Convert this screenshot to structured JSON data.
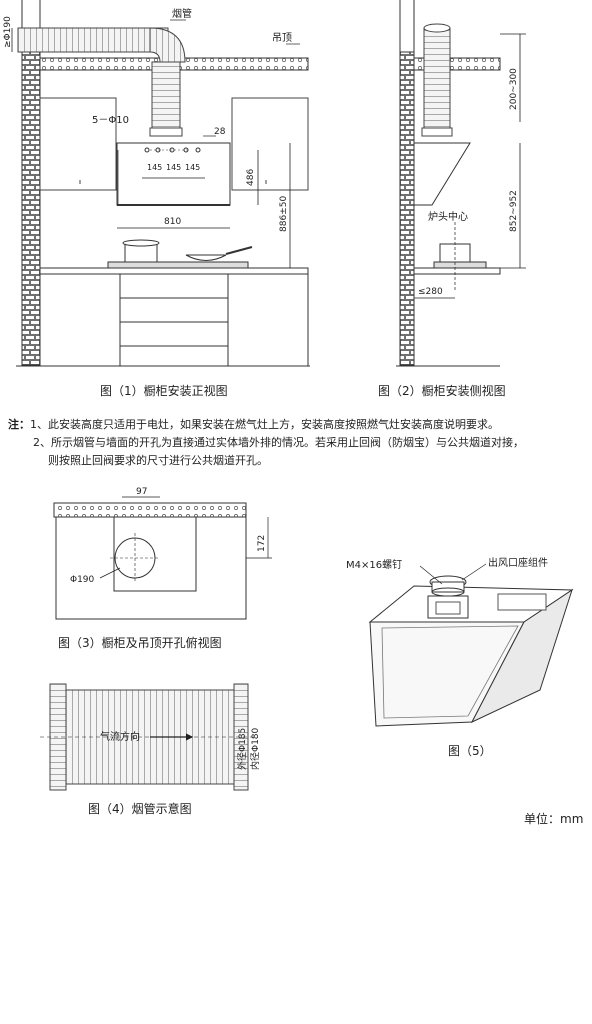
{
  "fig1": {
    "caption": "图（1）橱柜安装正视图",
    "labels": {
      "duct": "烟管",
      "ceiling": "吊顶",
      "duct_dia": "≥Φ190",
      "holes": "5－Φ10",
      "d28": "28",
      "d145a": "145",
      "d145b": "145",
      "d145c": "145",
      "d486": "486",
      "d810": "810",
      "d886": "886±50"
    }
  },
  "fig2": {
    "caption": "图（2）橱柜安装侧视图",
    "labels": {
      "d200": "200~300",
      "d852": "852~952",
      "burner": "炉头中心",
      "d280": "≤280"
    }
  },
  "notes": {
    "prefix": "注：",
    "line1": "1、此安装高度只适用于电灶，如果安装在燃气灶上方，安装高度按照燃气灶安装高度说明要求。",
    "line2": "2、所示烟管与墙面的开孔为直接通过实体墙外排的情况。若采用止回阀（防烟宝）与公共烟道对接，",
    "line3": "则按照止回阀要求的尺寸进行公共烟道开孔。"
  },
  "fig3": {
    "caption": "图（3）橱柜及吊顶开孔俯视图",
    "labels": {
      "d97": "97",
      "d172": "172",
      "d190": "Φ190"
    }
  },
  "fig4": {
    "caption": "图（4）烟管示意图",
    "labels": {
      "airflow": "气流方向",
      "outer": "外径Φ185",
      "inner": "内径Φ180"
    }
  },
  "fig5": {
    "caption": "图（5）",
    "labels": {
      "screw": "M4×16螺钉",
      "outlet": "出风口座组件"
    }
  },
  "unit": "单位：mm"
}
